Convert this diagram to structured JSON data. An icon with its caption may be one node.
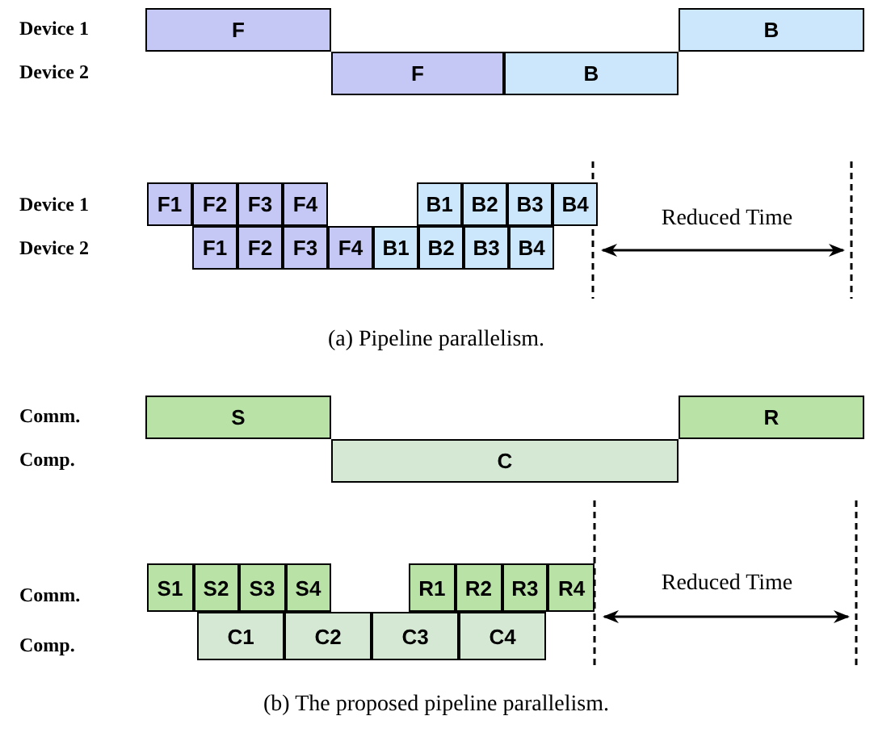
{
  "diagram": {
    "nodes": [
      {
        "text": [
          "F"
        ]
      },
      {
        "text": [
          "B"
        ]
      },
      {
        "text": [
          "F"
        ]
      },
      {
        "text": [
          "B"
        ]
      },
      {
        "text": [
          "F1"
        ]
      },
      {
        "text": [
          "F2"
        ]
      },
      {
        "text": [
          "F3"
        ]
      },
      {
        "text": [
          "F4"
        ]
      },
      {
        "text": [
          "B1"
        ]
      },
      {
        "text": [
          "B2"
        ]
      },
      {
        "text": [
          "B3"
        ]
      },
      {
        "text": [
          "B4"
        ]
      },
      {
        "text": [
          "F1"
        ]
      },
      {
        "text": [
          "F2"
        ]
      },
      {
        "text": [
          "F3"
        ]
      },
      {
        "text": [
          "F4"
        ]
      },
      {
        "text": [
          "B1"
        ]
      },
      {
        "text": [
          "B2"
        ]
      },
      {
        "text": [
          "B3"
        ]
      },
      {
        "text": [
          "B4"
        ]
      },
      {
        "text": [
          "S"
        ]
      },
      {
        "text": [
          "R"
        ]
      },
      {
        "text": [
          "C"
        ]
      },
      {
        "text": [
          "S1"
        ]
      },
      {
        "text": [
          "S2"
        ]
      },
      {
        "text": [
          "S3"
        ]
      },
      {
        "text": [
          "S4"
        ]
      },
      {
        "text": [
          "R1"
        ]
      },
      {
        "text": [
          "R2"
        ]
      },
      {
        "text": [
          "R3"
        ]
      },
      {
        "text": [
          "R4"
        ]
      },
      {
        "text": [
          "C1"
        ]
      },
      {
        "text": [
          "C2"
        ]
      },
      {
        "text": [
          "C3"
        ]
      },
      {
        "text": [
          "C4"
        ]
      }
    ],
    "labels": [
      "Device 1",
      "Device 2",
      "Device 1",
      "Device 2",
      "Reduced Time",
      "(a) Pipeline parallelism.",
      "Comm.",
      "Comp.",
      "Comm.",
      "Comp.",
      "Reduced Time",
      "(b) The proposed pipeline parallelism."
    ]
  }
}
